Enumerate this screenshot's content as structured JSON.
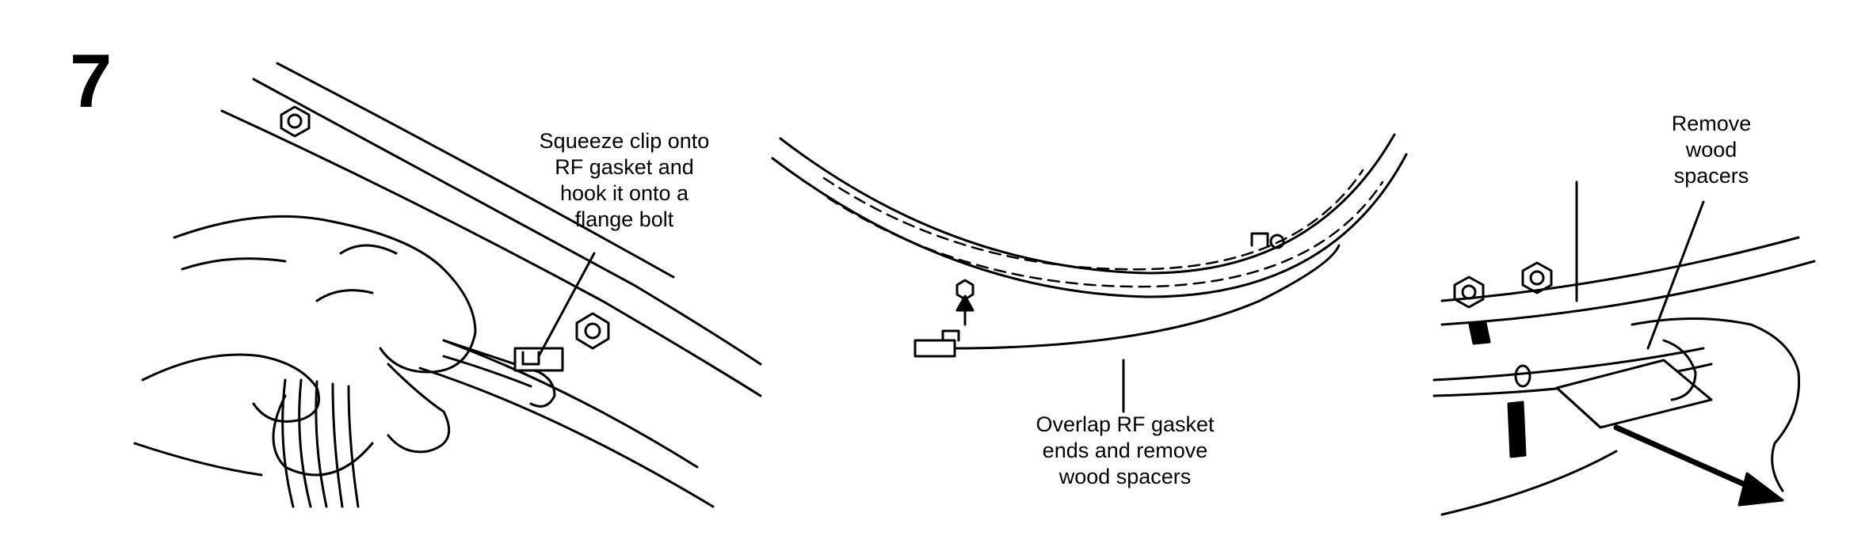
{
  "step_number": "7",
  "captions": {
    "clip": [
      "Squeeze clip onto",
      "RF gasket and",
      "hook it onto a",
      "flange bolt"
    ],
    "overlap": [
      "Overlap RF gasket",
      "ends and remove",
      "wood spacers"
    ],
    "remove": [
      "Remove",
      "wood",
      "spacers"
    ]
  }
}
